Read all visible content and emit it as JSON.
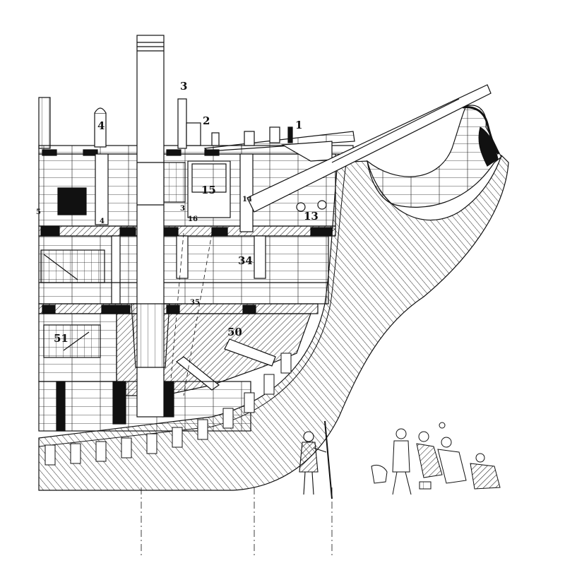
{
  "labels": {
    "n1": "1",
    "n2": "2",
    "n3": "3",
    "n3b": "3",
    "n4": "4",
    "n4b": "4",
    "n5": "5",
    "n13": "13",
    "n14": "14",
    "n15": "15",
    "n16": "16",
    "n34": "34",
    "n35": "35",
    "n50": "50",
    "n51": "51"
  },
  "colors": {
    "ink": "#111111",
    "paper": "#ffffff",
    "fill_dark": "#111111"
  }
}
